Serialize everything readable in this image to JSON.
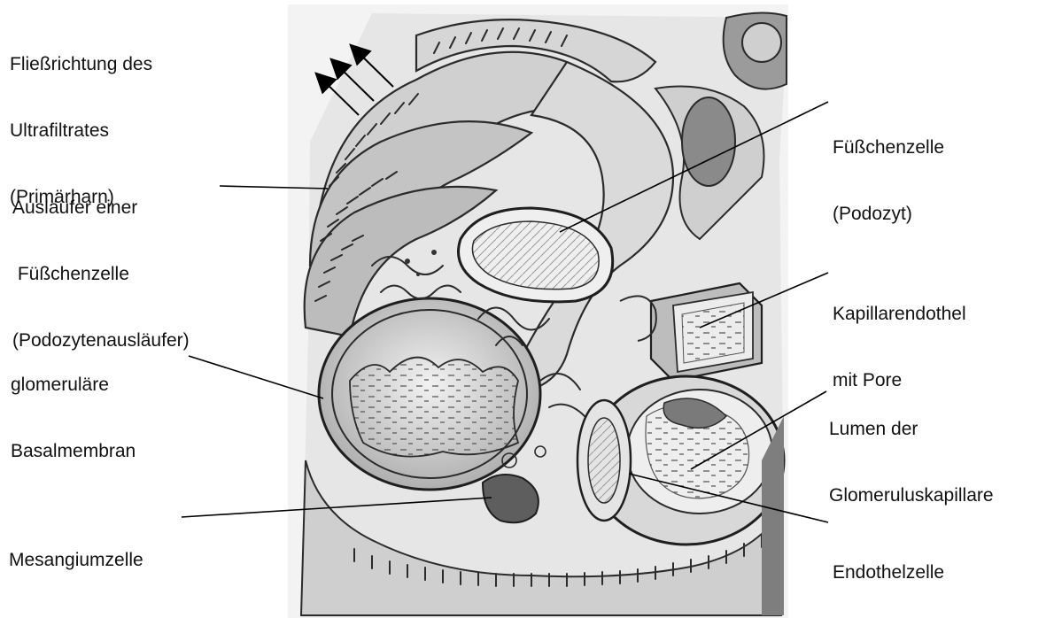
{
  "labels": {
    "flow_direction": {
      "line1": "Fließrichtung des",
      "line2": "Ultrafiltrates",
      "line3": "(Primärharn)"
    },
    "podocyte_process": {
      "line1": "Ausläufer einer",
      "line2": " Füßchenzelle",
      "line3": "(Podozytenausläufer)"
    },
    "basement_membrane": {
      "line1": "glomeruläre",
      "line2": "Basalmembran"
    },
    "mesangial_cell": {
      "line1": "Mesangiumzelle"
    },
    "podocyte": {
      "line1": "Füßchenzelle",
      "line2": "(Podozyt)"
    },
    "endothelium": {
      "line1": "Kapillarendothel",
      "line2": "mit Pore"
    },
    "capillary_lumen": {
      "line1": "Lumen der",
      "line2": "Glomeruluskapillare"
    },
    "endothelial_cell": {
      "line1": "Endothelzelle"
    }
  },
  "colors": {
    "ink": "#2b2b2b",
    "shade": "#bdbdbd",
    "dark_shade": "#6e6e6e",
    "paper": "#e9e9e9"
  }
}
